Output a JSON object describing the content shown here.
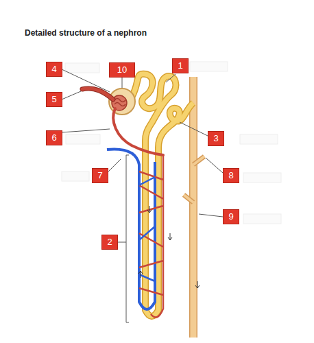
{
  "diagram": {
    "title": "Detailed structure of a nephron",
    "labels": [
      "4",
      "10",
      "1",
      "5",
      "6",
      "3",
      "7",
      "8",
      "9",
      "2"
    ]
  }
}
